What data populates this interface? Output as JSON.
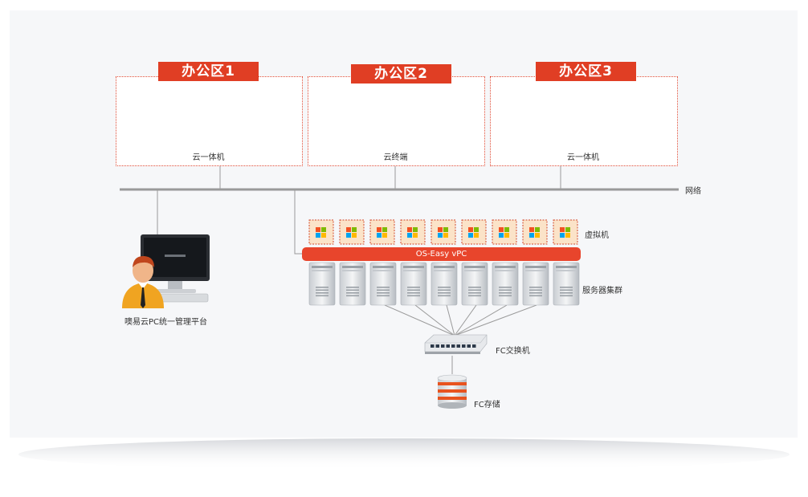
{
  "zones": [
    {
      "title": "办公区1",
      "caption": "云一体机",
      "device": "aio-monitor"
    },
    {
      "title": "办公区2",
      "caption": "云终端",
      "device": "thin-client"
    },
    {
      "title": "办公区3",
      "caption": "云一体机",
      "device": "aio-monitor"
    }
  ],
  "network_label": "网络",
  "admin_label": "噢易云PC统一管理平台",
  "vm_label": "虚拟机",
  "vpc_label": "OS-Easy vPC",
  "server_cluster_label": "服务器集群",
  "fc_switch_label": "FC交换机",
  "fc_storage_label": "FC存储",
  "vm_count": 9,
  "server_count": 9,
  "colors": {
    "accent": "#e03e24",
    "line": "#9a9a9a",
    "panel": "#f6f7f9"
  }
}
